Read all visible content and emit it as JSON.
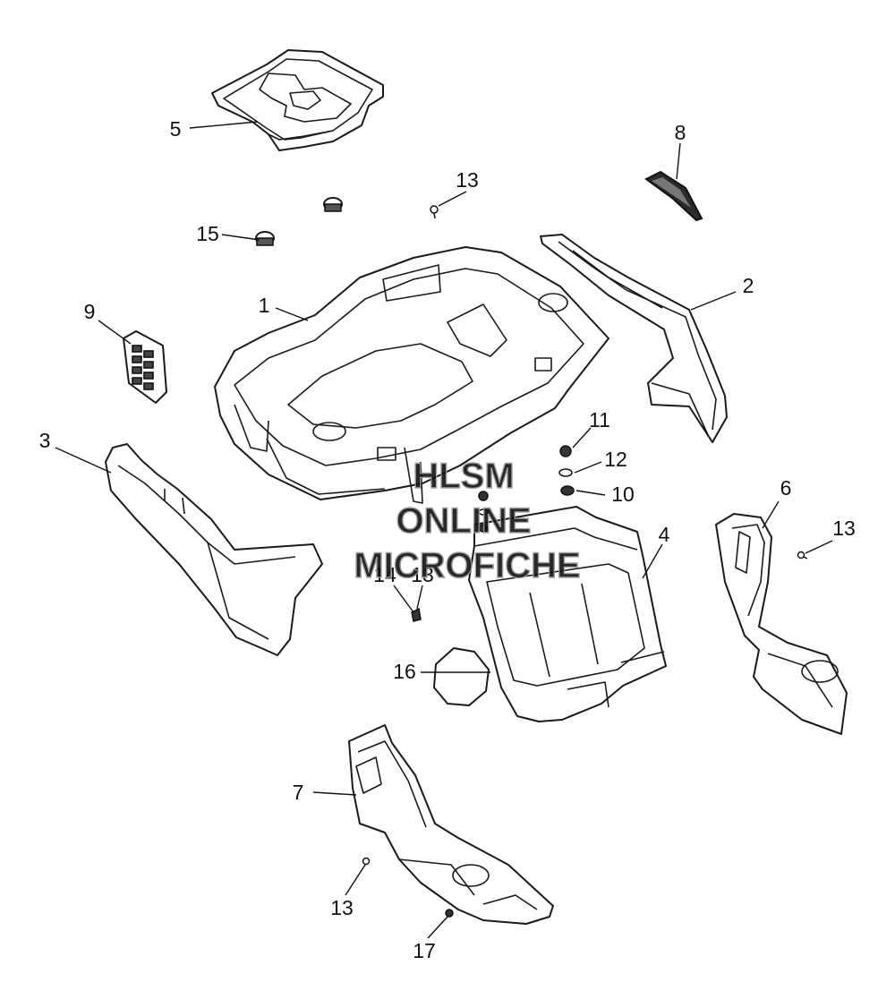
{
  "diagram": {
    "callouts": {
      "c1": "1",
      "c2": "2",
      "c3": "3",
      "c4": "4",
      "c5": "5",
      "c6": "6",
      "c7": "7",
      "c8": "8",
      "c9": "9",
      "c10": "10",
      "c11": "11",
      "c12": "12",
      "c13a": "13",
      "c13b": "13",
      "c13c": "13",
      "c13d": "13",
      "c14": "14",
      "c15": "15",
      "c16": "16",
      "c17": "17"
    },
    "watermark": {
      "line1": "HLSM",
      "line2": "ONLINE",
      "line3": "MICROFICHE"
    }
  }
}
